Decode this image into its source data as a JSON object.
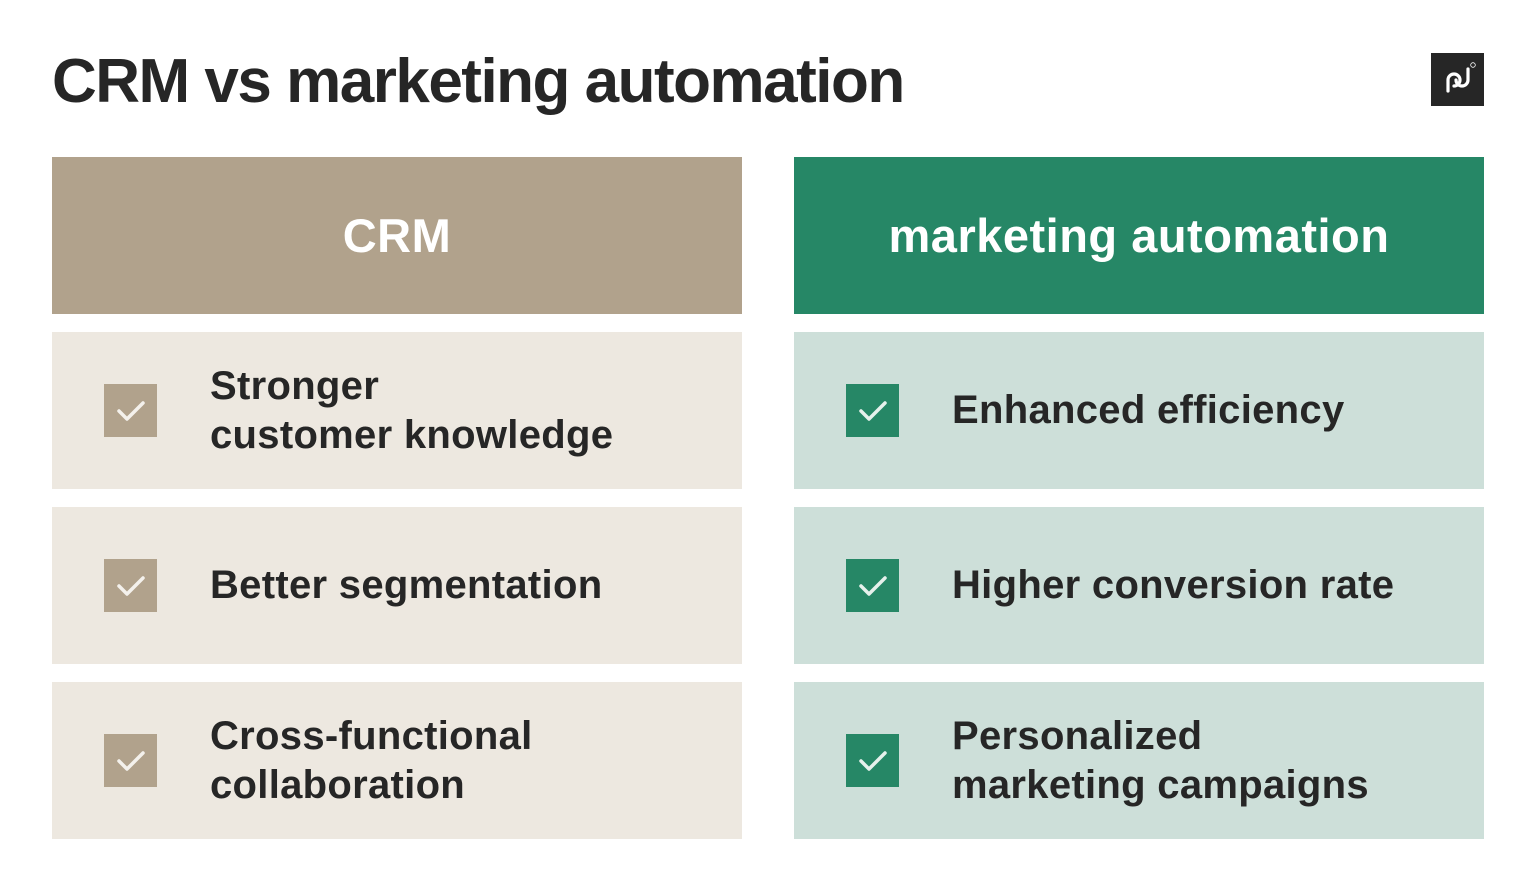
{
  "title": "CRM vs marketing automation",
  "logo": {
    "icon": "pd-logo-icon",
    "background": "#262626"
  },
  "colors": {
    "crm_accent": "#b1a28c",
    "crm_light": "#ede8e0",
    "ma_accent": "#268766",
    "ma_light": "#cddfd9",
    "text": "#262626"
  },
  "columns": [
    {
      "header": "CRM",
      "items": [
        {
          "icon": "checkmark-icon",
          "text": "Stronger\ncustomer knowledge"
        },
        {
          "icon": "checkmark-icon",
          "text": "Better segmentation"
        },
        {
          "icon": "checkmark-icon",
          "text": "Cross-functional\ncollaboration"
        }
      ]
    },
    {
      "header": "marketing automation",
      "items": [
        {
          "icon": "checkmark-icon",
          "text": "Enhanced efficiency"
        },
        {
          "icon": "checkmark-icon",
          "text": "Higher conversion rate"
        },
        {
          "icon": "checkmark-icon",
          "text": "Personalized\nmarketing campaigns"
        }
      ]
    }
  ]
}
